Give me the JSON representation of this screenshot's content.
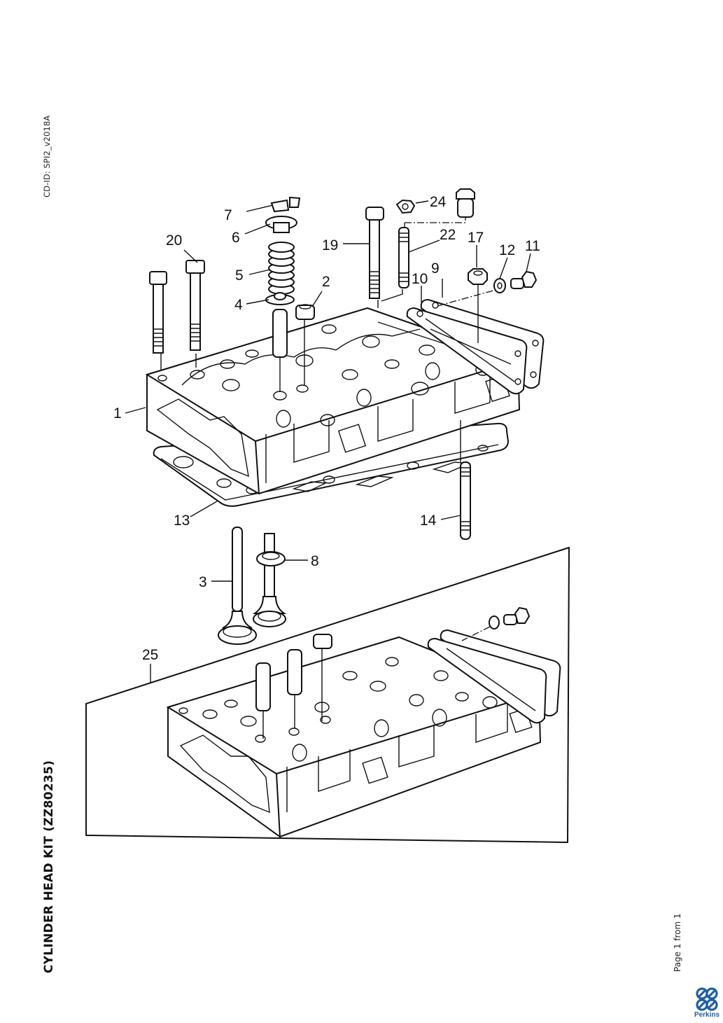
{
  "document": {
    "cd_id": "CD-ID: SPI2_v2018A",
    "title": "CYLINDER HEAD KIT (ZZ80235)",
    "page_indicator": "Page 1 from 1",
    "brand": "Perkins",
    "brand_color": "#1f5ea8"
  },
  "diagram": {
    "type": "exploded-parts-diagram",
    "subject": "Cylinder head assembly",
    "callouts": [
      {
        "number": "1",
        "part": "cylinder-head"
      },
      {
        "number": "2",
        "part": "plug"
      },
      {
        "number": "3",
        "part": "valve"
      },
      {
        "number": "4",
        "part": "spring-seat-washer"
      },
      {
        "number": "5",
        "part": "valve-spring"
      },
      {
        "number": "6",
        "part": "spring-cap"
      },
      {
        "number": "7",
        "part": "collets"
      },
      {
        "number": "8",
        "part": "valve-stem-seal"
      },
      {
        "number": "9",
        "part": "plate"
      },
      {
        "number": "10",
        "part": "gasket"
      },
      {
        "number": "11",
        "part": "setscrew"
      },
      {
        "number": "12",
        "part": "spring-washer"
      },
      {
        "number": "13",
        "part": "cylinder-head-gasket"
      },
      {
        "number": "14",
        "part": "stud"
      },
      {
        "number": "17",
        "part": "nut"
      },
      {
        "number": "19",
        "part": "long-bolt"
      },
      {
        "number": "20",
        "part": "bolt"
      },
      {
        "number": "22",
        "part": "stud"
      },
      {
        "number": "24",
        "part": "nut"
      },
      {
        "number": "25",
        "part": "cylinder-head-kit-assembly"
      }
    ]
  }
}
